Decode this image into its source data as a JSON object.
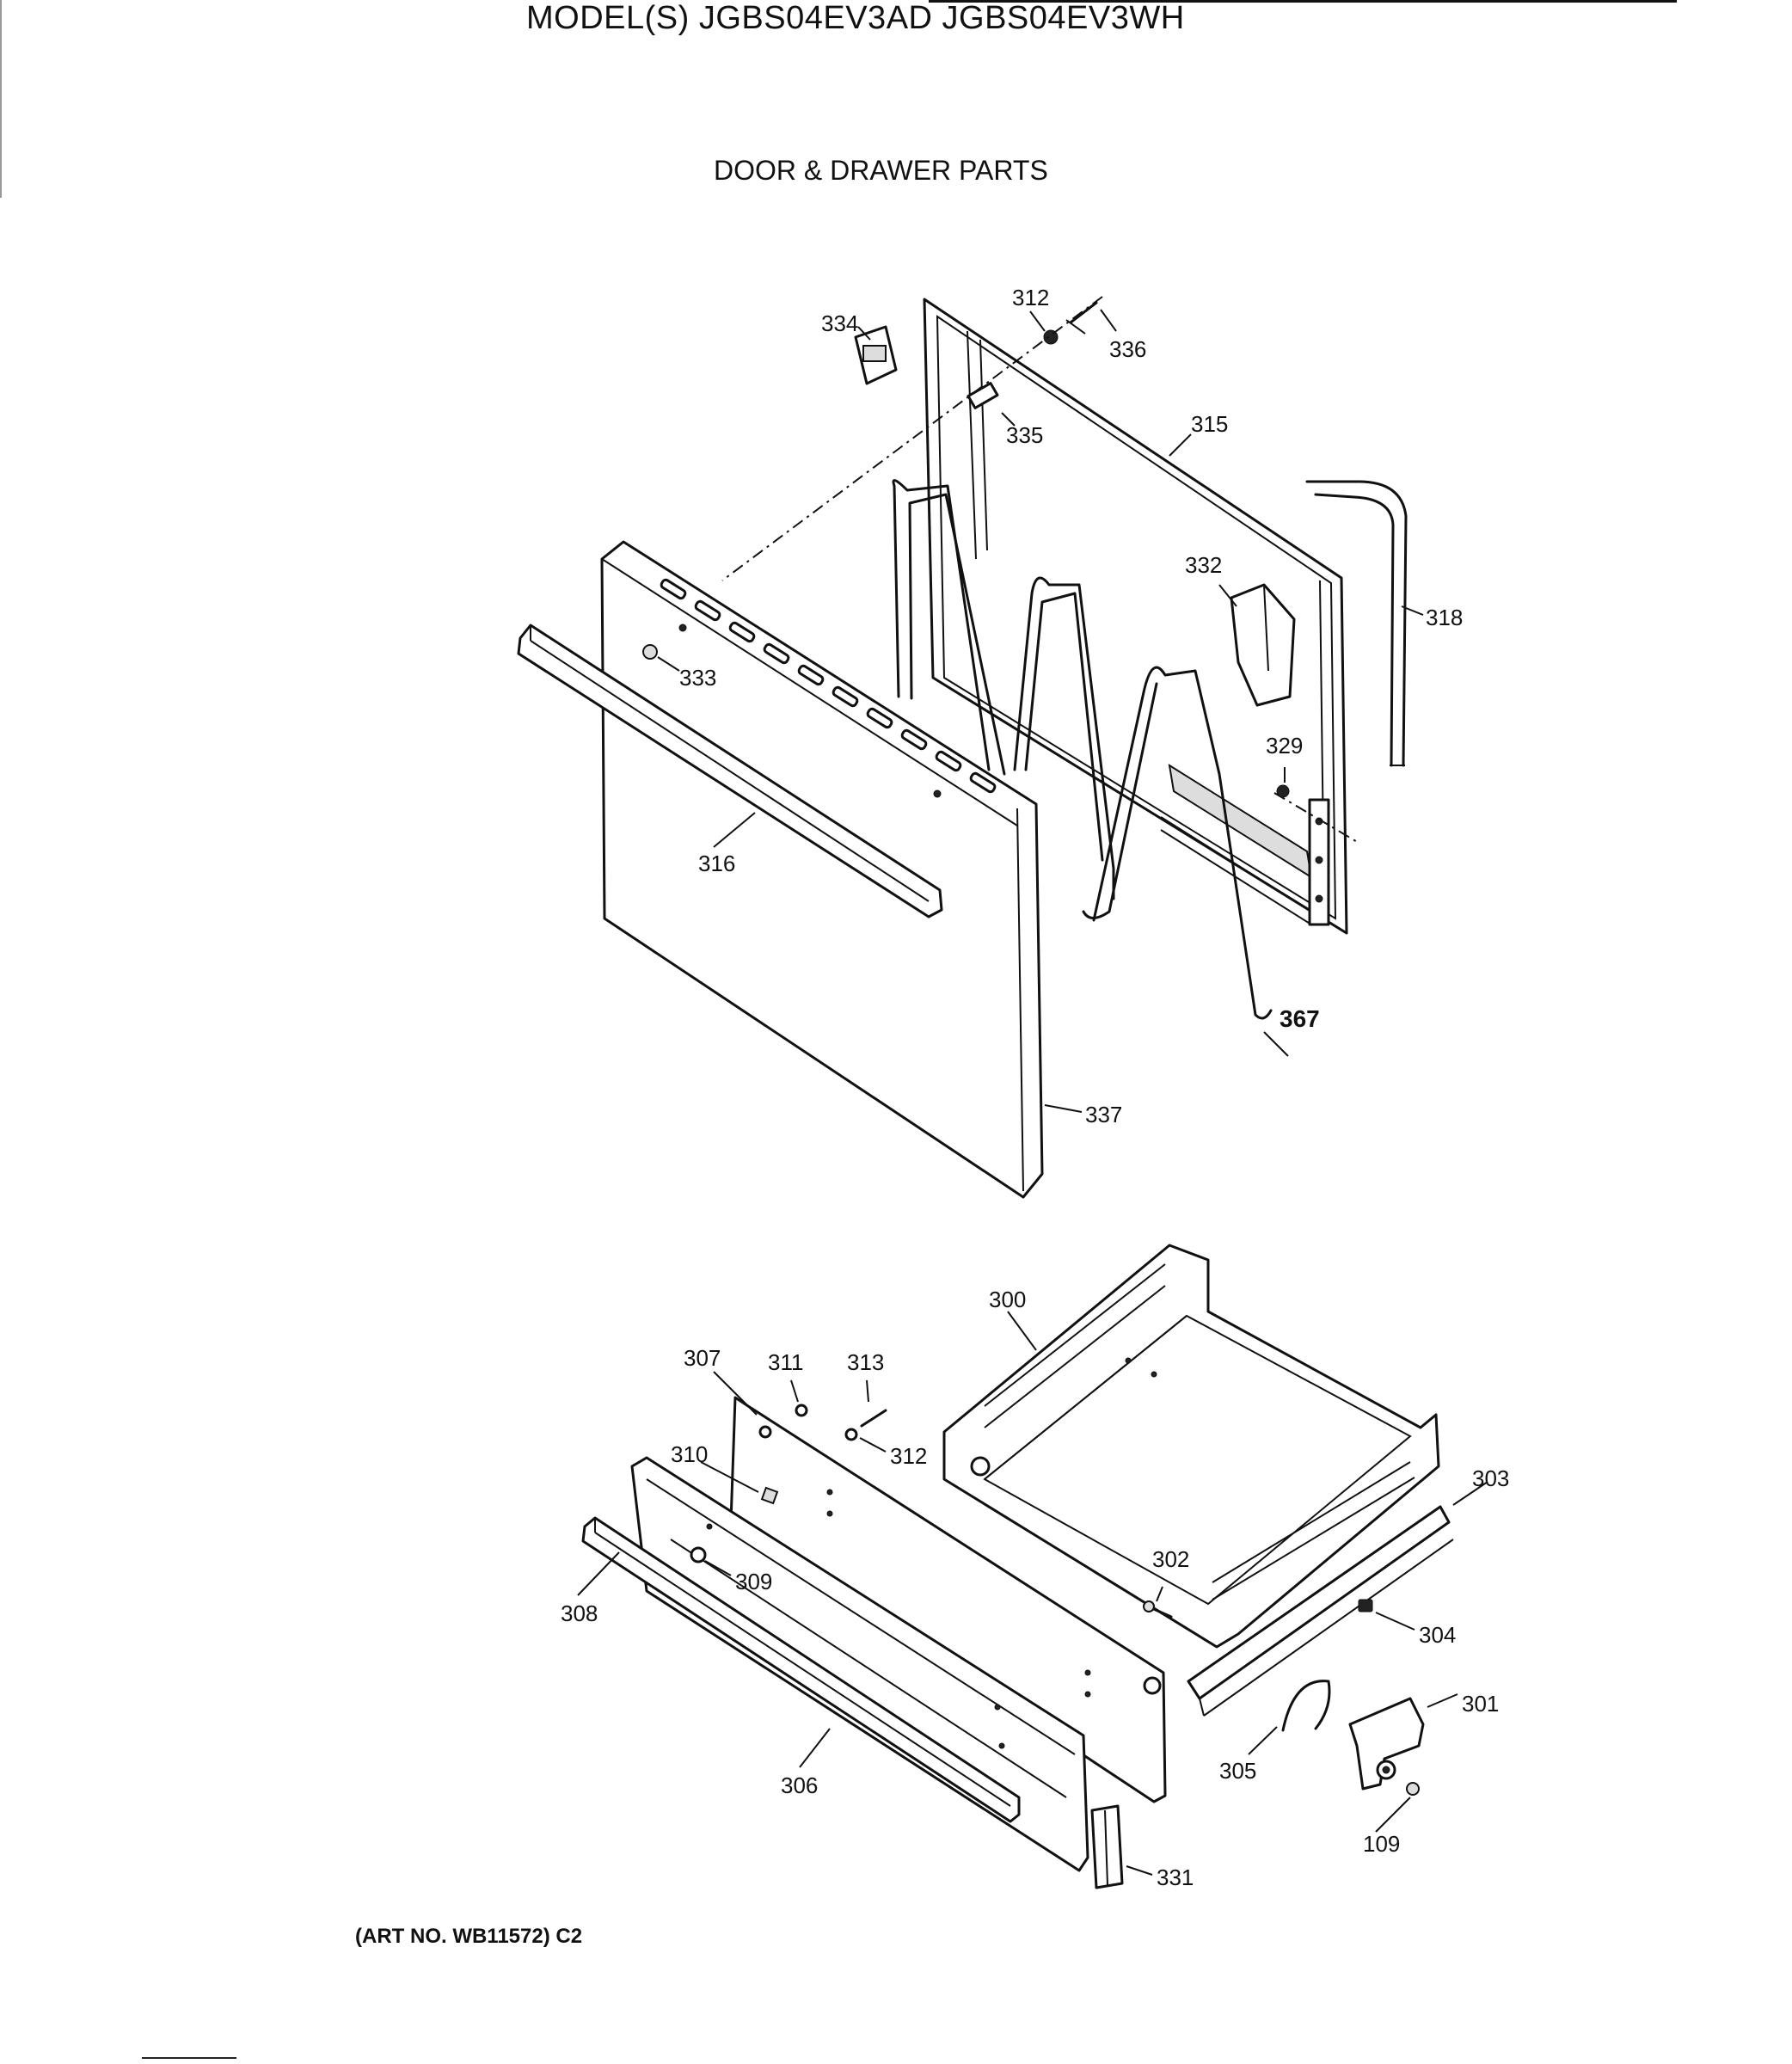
{
  "header": {
    "model_title": "MODEL(S) JGBS04EV3AD  JGBS04EV3WH",
    "section_title": "DOOR & DRAWER PARTS"
  },
  "footer": {
    "art_no": "(ART NO. WB11572) C2"
  },
  "callouts": {
    "c312a": "312",
    "c334": "334",
    "c336": "336",
    "c335": "335",
    "c315": "315",
    "c318": "318",
    "c332": "332",
    "c333": "333",
    "c329": "329",
    "c316": "316",
    "c367": "367",
    "c337": "337",
    "c300": "300",
    "c307": "307",
    "c311": "311",
    "c313": "313",
    "c312b": "312",
    "c310": "310",
    "c303": "303",
    "c309": "309",
    "c302": "302",
    "c308": "308",
    "c304": "304",
    "c301": "301",
    "c305": "305",
    "c306": "306",
    "c109": "109",
    "c331": "331"
  }
}
